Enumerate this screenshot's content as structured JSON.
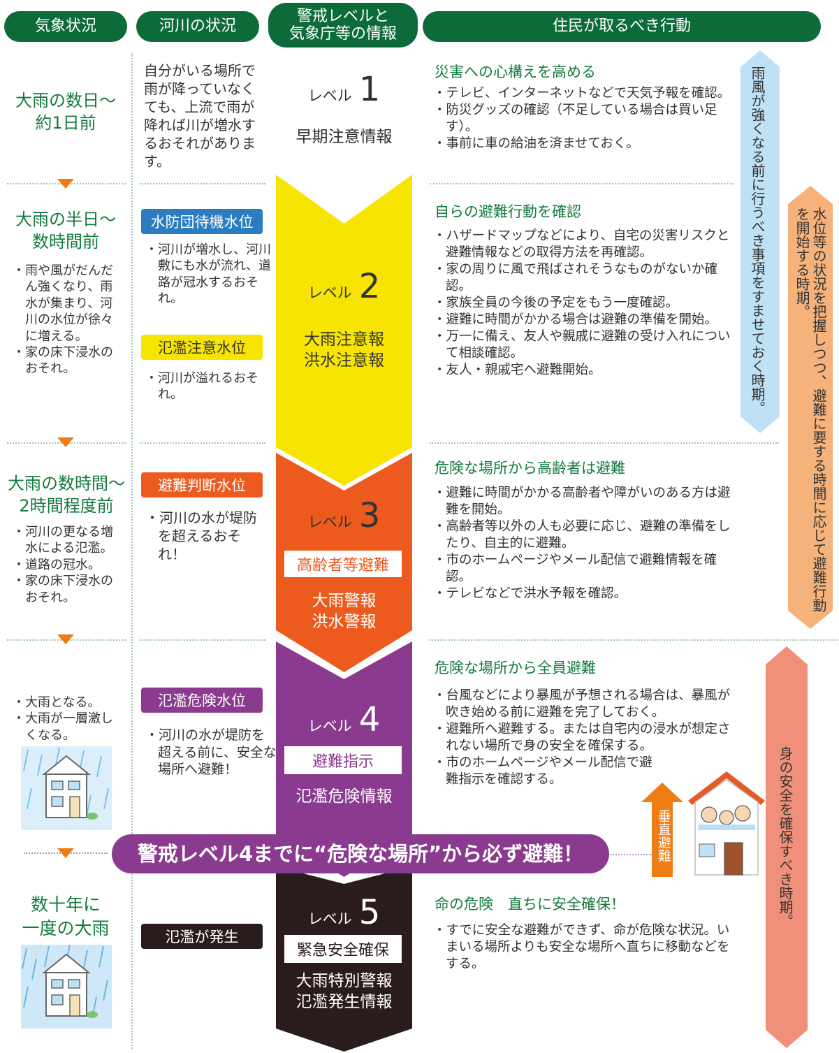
{
  "headers": {
    "weather": "気象状況",
    "river": "河川の状況",
    "level": "警戒レベルと\n気象庁等の情報",
    "action": "住民が取るべき行動"
  },
  "rows": [
    {
      "weather_title": "大雨の数日～\n約1日前",
      "river_text": "自分がいる場所で雨が降っていなくても、上流で雨が降れば川が増水するおそれがあります。",
      "level_label": "レベル",
      "level_num": "1",
      "info": "早期注意情報",
      "action_title": "災害への心構えを高める",
      "actions": [
        "・テレビ、インターネットなどで天気予報を確認。",
        "・防災グッズの確認（不足している場合は買い足す）。",
        "・事前に車の給油を済ませておく。"
      ]
    },
    {
      "weather_title": "大雨の半日～\n数時間前",
      "weather_items": [
        "・雨や風がだんだん強くなり、雨水が集まり、河川の水位が徐々に増える。",
        "・家の床下浸水のおそれ。"
      ],
      "river_badge1": "水防団待機水位",
      "river_text1": "・河川が増水し、河川敷にも水が流れ、道路が冠水するおそれ。",
      "river_badge2": "氾濫注意水位",
      "river_text2": "・河川が溢れるおそれ。",
      "level_label": "レベル",
      "level_num": "2",
      "info": "大雨注意報\n洪水注意報",
      "action_title": "自らの避難行動を確認",
      "actions": [
        "・ハザードマップなどにより、自宅の災害リスクと避難情報などの取得方法を再確認。",
        "・家の周りに風で飛ばされそうなものがないか確認。",
        "・家族全員の今後の予定をもう一度確認。",
        "・避難に時間がかかる場合は避難の準備を開始。",
        "・万一に備え、友人や親戚に避難の受け入れについて相談確認。",
        "・友人・親戚宅へ避難開始。"
      ]
    },
    {
      "weather_title": "大雨の数時間～\n2時間程度前",
      "weather_items": [
        "・河川の更なる増水による氾濫。",
        "・道路の冠水。",
        "・家の床下浸水のおそれ。"
      ],
      "river_badge1": "避難判断水位",
      "river_text1": "・河川の水が堤防を超えるおそれ！",
      "level_label": "レベル",
      "level_num": "3",
      "pill": "高齢者等避難",
      "info": "大雨警報\n洪水警報",
      "action_title": "危険な場所から高齢者は避難",
      "actions": [
        "・避難に時間がかかる高齢者や障がいのある方は避難を開始。",
        "・高齢者等以外の人も必要に応じ、避難の準備をしたり、自主的に避難。",
        "・市のホームページやメール配信で避難情報を確認。",
        "・テレビなどで洪水予報を確認。"
      ]
    },
    {
      "weather_items": [
        "・大雨となる。",
        "・大雨が一層激しくなる。"
      ],
      "river_badge1": "氾濫危険水位",
      "river_text1": "・河川の水が堤防を超える前に、安全な場所へ避難！",
      "level_label": "レベル",
      "level_num": "4",
      "pill": "避難指示",
      "info": "氾濫危険情報",
      "action_title": "危険な場所から全員避難",
      "actions": [
        "・台風などにより暴風が予想される場合は、暴風が吹き始める前に避難を完了しておく。",
        "・避難所へ避難する。または自宅内の浸水が想定されない場所で身の安全を確保する。",
        "・市のホームページやメール配信で避難指示を確認する。"
      ]
    },
    {
      "weather_title": "数十年に\n一度の大雨",
      "river_badge1": "氾濫が発生",
      "level_label": "レベル",
      "level_num": "5",
      "pill": "緊急安全確保",
      "info": "大雨特別警報\n氾濫発生情報",
      "action_title": "命の危険　直ちに安全確保！",
      "actions": [
        "・すでに安全な避難ができず、命が危険な状況。いまいる場所よりも安全な場所へ直ちに移動などをする。"
      ]
    }
  ],
  "banner": "警戒レベル4までに“危険な場所”から必ず避難！",
  "vertical_evac": "垂直避難",
  "side_arrows": {
    "blue": "雨風が強くなる前に行うべき事項をすませておく時期。",
    "orange": "水位等の状況を把握しつつ、避難に要する時間に応じて避難行動を開始する時期。",
    "red": "身の安全を確保すべき時期。"
  },
  "colors": {
    "header_green": "#0d6b3a",
    "level2": "#f7e400",
    "level3": "#ec5a1e",
    "level4": "#8a3b8f",
    "level5": "#2a1c1c",
    "badge_blue": "#2b7cc0",
    "badge_yellow": "#f7e400",
    "badge_orange": "#ec5a1e",
    "badge_purple": "#8a3b8f",
    "badge_black": "#2a1c1c",
    "arrow_blue": "#bfe1f5",
    "arrow_orange": "#f5b27a",
    "arrow_red": "#f1907a"
  }
}
